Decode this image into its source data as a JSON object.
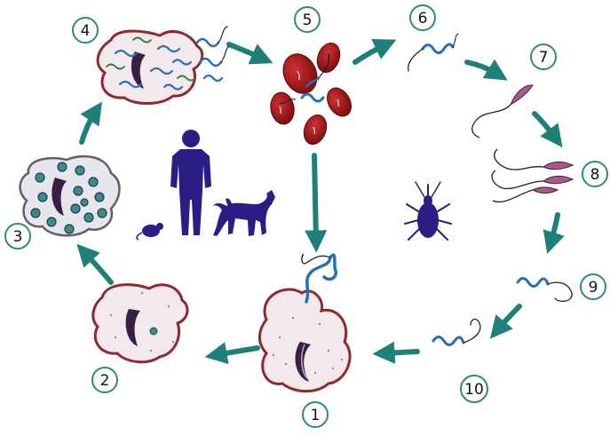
{
  "colors": {
    "arrow": "#1f7f79",
    "badge_ring": "#2e8a7a",
    "cell_outline": "#8c2a2e",
    "cell_fill": "#f3e8ec",
    "nucleus": "#3a1f44",
    "parasite": "#2a6fb0",
    "red_blood_cell": "#a01818",
    "host_silhouette": "#2a1d86"
  },
  "icons": [
    "human-host-icon",
    "dog-host-icon",
    "rodent-host-icon",
    "triatomine-bug-icon"
  ],
  "steps": [
    {
      "id": 1,
      "label": "1"
    },
    {
      "id": 2,
      "label": "2"
    },
    {
      "id": 3,
      "label": "3"
    },
    {
      "id": 4,
      "label": "4"
    },
    {
      "id": 5,
      "label": "5"
    },
    {
      "id": 6,
      "label": "6"
    },
    {
      "id": 7,
      "label": "7"
    },
    {
      "id": 8,
      "label": "8"
    },
    {
      "id": 9,
      "label": "9"
    },
    {
      "id": 10,
      "label": "10"
    }
  ]
}
